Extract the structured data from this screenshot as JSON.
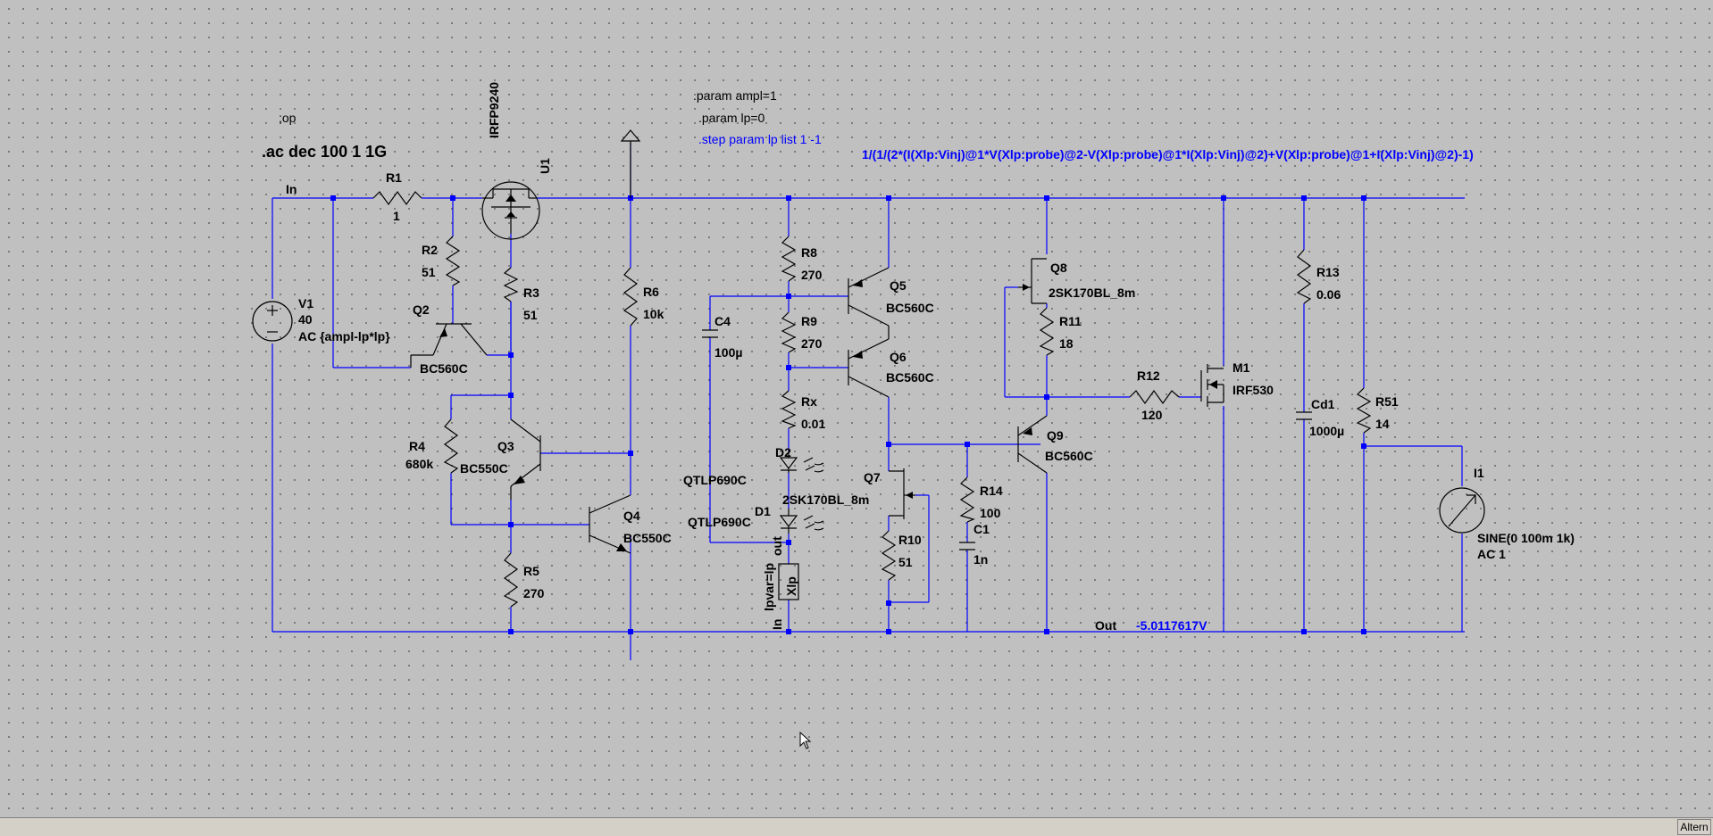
{
  "directives": {
    "op": ";op",
    "ac": ".ac dec 100 1 1G",
    "param_ampl": ".param ampl=1",
    "param_lp": ".param lp=0",
    "step": ".step param lp list 1 -1",
    "meas_expr": "1/(1/(2*(I(Xlp:Vinj)@1*V(Xlp:probe)@2-V(Xlp:probe)@1*I(Xlp:Vinj)@2)+V(Xlp:probe)@1+I(Xlp:Vinj)@2)-1)",
    "voltage_readout": "-5.0117617V"
  },
  "net_labels": {
    "in_top": "In",
    "in_bottom": "In",
    "out_pin": "out",
    "out_net": "Out"
  },
  "components": {
    "R1": {
      "name": "R1",
      "value": "1"
    },
    "R2": {
      "name": "R2",
      "value": "51"
    },
    "R3": {
      "name": "R3",
      "value": "51"
    },
    "R4": {
      "name": "R4",
      "value": "680k"
    },
    "R5": {
      "name": "R5",
      "value": "270"
    },
    "R6": {
      "name": "R6",
      "value": "10k"
    },
    "R8": {
      "name": "R8",
      "value": "270"
    },
    "R9": {
      "name": "R9",
      "value": "270"
    },
    "Rx": {
      "name": "Rx",
      "value": "0.01"
    },
    "R10": {
      "name": "R10",
      "value": "51"
    },
    "R11": {
      "name": "R11",
      "value": "18"
    },
    "R12": {
      "name": "R12",
      "value": "120"
    },
    "R13": {
      "name": "R13",
      "value": "0.06"
    },
    "R14": {
      "name": "R14",
      "value": "100"
    },
    "R51": {
      "name": "R51",
      "value": "14"
    },
    "C1": {
      "name": "C1",
      "value": "1n"
    },
    "C4": {
      "name": "C4",
      "value": "100µ"
    },
    "Cd1": {
      "name": "Cd1",
      "value": "1000µ"
    },
    "V1": {
      "name": "V1",
      "value": "40",
      "ac": "AC {ampl-lp*lp}"
    },
    "I1": {
      "name": "I1",
      "value": "SINE(0 100m 1k)",
      "ac": "AC 1"
    },
    "U1": {
      "name": "U1",
      "model": "IRFP9240"
    },
    "M1": {
      "name": "M1",
      "model": "IRF530"
    },
    "Q2": {
      "name": "Q2",
      "model": "BC560C"
    },
    "Q3": {
      "name": "Q3",
      "model": "BC550C"
    },
    "Q4": {
      "name": "Q4",
      "model": "BC550C"
    },
    "Q5": {
      "name": "Q5",
      "model": "BC560C"
    },
    "Q6": {
      "name": "Q6",
      "model": "BC560C"
    },
    "Q7": {
      "name": "Q7",
      "model": "2SK170BL_8m"
    },
    "Q8": {
      "name": "Q8",
      "model": "2SK170BL_8m"
    },
    "Q9": {
      "name": "Q9",
      "model": "BC560C"
    },
    "D1": {
      "name": "D1",
      "model": "QTLP690C"
    },
    "D2": {
      "name": "D2",
      "model": "QTLP690C"
    },
    "Xlp": {
      "name": "Xlp",
      "param": "lpvar=lp"
    }
  },
  "statusbar": {
    "mode": "Altern"
  },
  "colors": {
    "wire": "#0000ff",
    "component": "#000000",
    "background": "#c0c0c0",
    "directive_blue": "#0000ff"
  }
}
